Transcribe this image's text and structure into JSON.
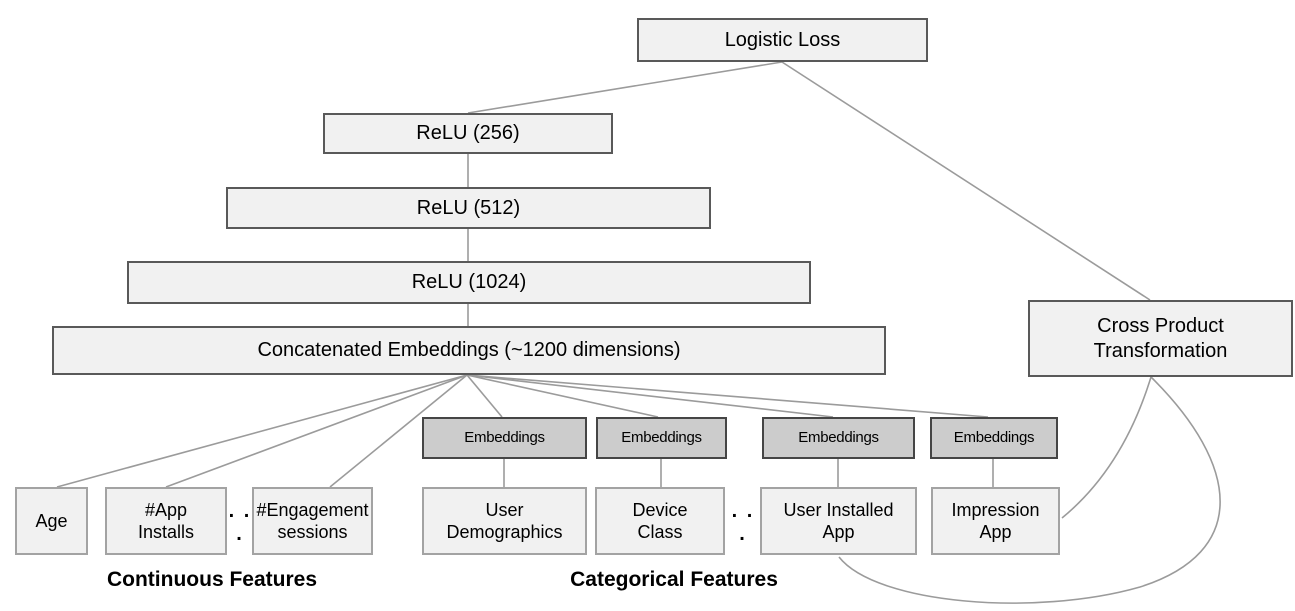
{
  "nodes": {
    "logistic_loss": "Logistic Loss",
    "relu_256": "ReLU (256)",
    "relu_512": "ReLU (512)",
    "relu_1024": "ReLU (1024)",
    "concatenated_embeddings": "Concatenated Embeddings (~1200 dimensions)",
    "cross_product_transformation": "Cross Product\nTransformation"
  },
  "embedding_boxes": [
    "Embeddings",
    "Embeddings",
    "Embeddings",
    "Embeddings"
  ],
  "continuous": {
    "caption": "Continuous Features",
    "ellipsis": ". . .",
    "items": [
      "Age",
      "#App\nInstalls",
      "#Engagement\nsessions"
    ]
  },
  "categorical": {
    "caption": "Categorical Features",
    "ellipsis": ". . .",
    "items": [
      "User\nDemographics",
      "Device\nClass",
      "User Installed\nApp",
      "Impression\nApp"
    ]
  },
  "colors": {
    "node_fill": "#f1f1f1",
    "node_border": "#595959",
    "embedding_fill": "#cccccc",
    "feature_border": "#a3a3a3",
    "connector": "#9b9b9b"
  }
}
